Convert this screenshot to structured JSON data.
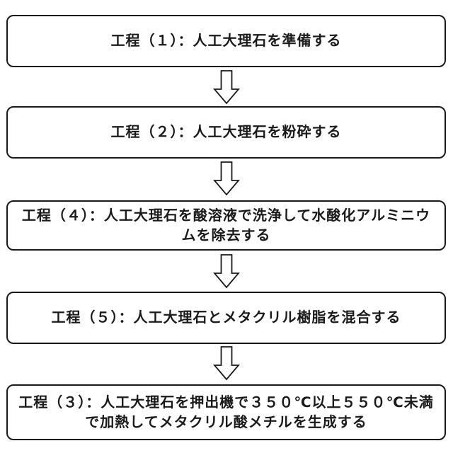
{
  "diagram": {
    "type": "flowchart",
    "direction": "top-down",
    "background_color": "#ffffff",
    "box_fill_color": "#ffffff",
    "box_border_color": "#1a1a1a",
    "text_color": "#1a1a1a",
    "connector_icon": "down-block-arrow",
    "steps": [
      {
        "id": 1,
        "label": "工程（１）：人工大理石を準備する"
      },
      {
        "id": 2,
        "label": "工程（２）：人工大理石を粉砕する"
      },
      {
        "id": 3,
        "label": "工程（４）：人工大理石を酸溶液で洗浄して水酸化アルミニウムを除去する"
      },
      {
        "id": 4,
        "label": "工程（５）：人工大理石とメタクリル樹脂を混合する"
      },
      {
        "id": 5,
        "label": "工程（３）：人工大理石を押出機で３５０℃以上５５０℃未満で加熱してメタクリル酸メチルを生成する"
      }
    ]
  }
}
